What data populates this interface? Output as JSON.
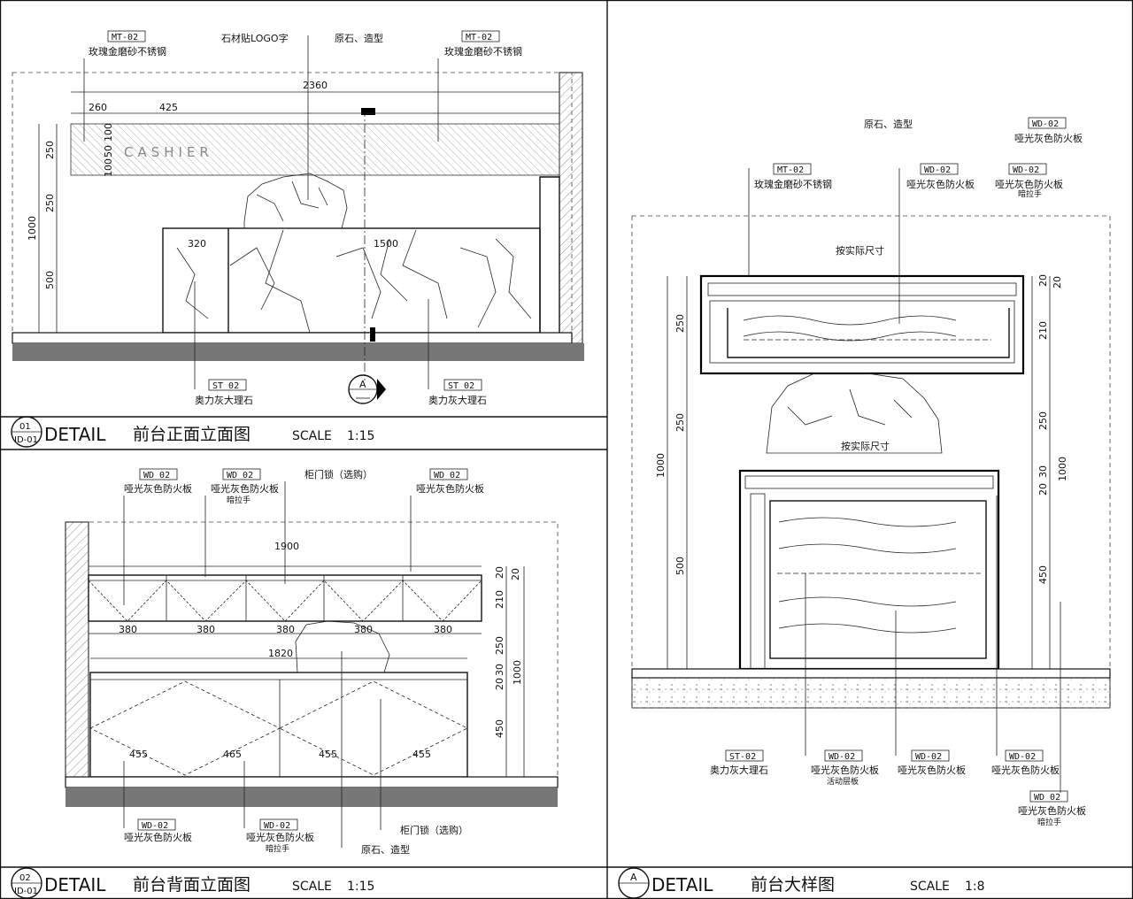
{
  "panel1": {
    "callouts": {
      "mt02_left_tag": "MT-02",
      "mt02_left_text": "玫瑰金磨砂不锈钢",
      "logo_text": "石材贴LOGO字",
      "stone_text": "原石、造型",
      "mt02_right_tag": "MT-02",
      "mt02_right_text": "玫瑰金磨砂不锈钢",
      "st02_left_tag": "ST 02",
      "st02_left_text": "奥力灰大理石",
      "st02_right_tag": "ST 02",
      "st02_right_text": "奥力灰大理石"
    },
    "sign": "CASHIER",
    "dims": {
      "total": "2360",
      "d260": "260",
      "d425": "425",
      "d320": "320",
      "d1500": "1500",
      "v250a": "250",
      "v250b": "250",
      "v1000": "1000",
      "v500": "500",
      "v100a": "100",
      "v50": "50",
      "v100b": "100"
    },
    "section_mark": "A",
    "title_num": "01",
    "title_ref": "ID-01",
    "title_word": "DETAIL",
    "title_name": "前台正面立面图",
    "scale_label": "SCALE",
    "scale_value": "1:15"
  },
  "panel2": {
    "callouts": {
      "wd02_a_tag": "WD 02",
      "wd02_a_text": "哑光灰色防火板",
      "wd02_b_tag": "WD 02",
      "wd02_b_text": "哑光灰色防火板",
      "wd02_b_sub": "暗拉手",
      "lock_top": "柜门锁（选购）",
      "wd02_c_tag": "WD 02",
      "wd02_c_text": "哑光灰色防火板",
      "wd02_d_tag": "WD-02",
      "wd02_d_text": "哑光灰色防火板",
      "wd02_e_tag": "WD-02",
      "wd02_e_text": "哑光灰色防火板",
      "wd02_e_sub": "暗拉手",
      "stone_text": "原石、造型",
      "lock_bottom": "柜门锁（选购）"
    },
    "dims": {
      "d1900": "1900",
      "d380": [
        "380",
        "380",
        "380",
        "380",
        "380"
      ],
      "d1820": "1820",
      "d455": [
        "455",
        "465",
        "455",
        "455"
      ],
      "v20a": "20",
      "v20b": "20",
      "v210": "210",
      "v250": "250",
      "v20c": "20",
      "v30": "30",
      "v1000": "1000",
      "v450": "450"
    },
    "title_num": "02",
    "title_ref": "ID-01",
    "title_word": "DETAIL",
    "title_name": "前台背面立面图",
    "scale_label": "SCALE",
    "scale_value": "1:15"
  },
  "panel3": {
    "callouts": {
      "stone_text": "原石、造型",
      "wd02_top_tag": "WD-02",
      "wd02_top_text": "哑光灰色防火板",
      "mt02_tag": "MT-02",
      "mt02_text": "玫瑰金磨砂不锈钢",
      "wd02_mid_tag": "WD-02",
      "wd02_mid_text": "哑光灰色防火板",
      "wd02_right_tag": "WD-02",
      "wd02_right_text": "哑光灰色防火板",
      "wd02_right_sub": "暗拉手",
      "actual_size_top": "按实际尺寸",
      "actual_size_mid": "按实际尺寸",
      "st02_tag": "ST-02",
      "st02_text": "奥力灰大理石",
      "wd02_b1_tag": "WD-02",
      "wd02_b1_text": "哑光灰色防火板",
      "wd02_b1_sub": "活动层板",
      "wd02_b2_tag": "WD-02",
      "wd02_b2_text": "哑光灰色防火板",
      "wd02_b3_tag": "WD-02",
      "wd02_b3_text": "哑光灰色防火板",
      "wd02_b4_tag": "WD 02",
      "wd02_b4_text": "哑光灰色防火板",
      "wd02_b4_sub": "暗拉手"
    },
    "dims": {
      "l250a": "250",
      "l250b": "250",
      "l1000": "1000",
      "l500": "500",
      "r20a": "20",
      "r20b": "20",
      "r210": "210",
      "r250": "250",
      "r20c": "20",
      "r30": "30",
      "r1000": "1000",
      "r450": "450"
    },
    "title_mark": "A",
    "title_word": "DETAIL",
    "title_name": "前台大样图",
    "scale_label": "SCALE",
    "scale_value": "1:8"
  }
}
